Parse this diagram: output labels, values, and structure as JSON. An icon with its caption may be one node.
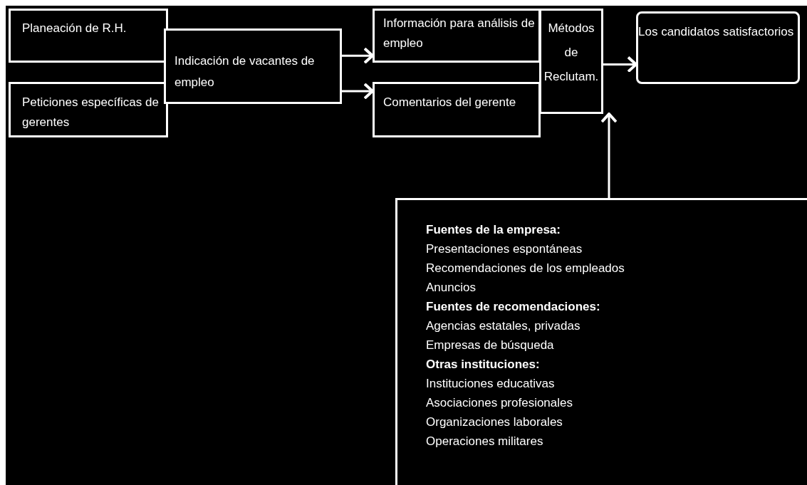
{
  "diagram": {
    "nodes": [
      {
        "text": [
          "Planeación de R.H."
        ]
      },
      {
        "text": [
          "Peticiones específicas de gerentes"
        ]
      },
      {
        "text": [
          "Indicación de vacantes de empleo"
        ]
      },
      {
        "text": [
          "Información para análisis de empleo"
        ]
      },
      {
        "text": [
          "Comentarios del gerente"
        ]
      },
      {
        "text": [
          "Métodos de Reclutam."
        ]
      },
      {
        "text": [
          "Los candidatos satisfactorios"
        ]
      },
      {
        "text": [
          "Fuentes de la empresa:",
          "Presentaciones espontáneas",
          "Recomendaciones de los empleados",
          "Anuncios",
          "Fuentes de recomendaciones:",
          "Agencias estatales, privadas",
          "Empresas de búsqueda",
          "Otras instituciones:",
          "Instituciones educativas",
          "Asociaciones profesionales",
          "Organizaciones laborales",
          "Operaciones militares"
        ]
      }
    ],
    "edges": [
      {
        "from": 2,
        "to": 3,
        "arrow": "to"
      },
      {
        "from": 2,
        "to": 4,
        "arrow": "to"
      },
      {
        "from": 5,
        "to": 6,
        "arrow": "to"
      },
      {
        "from": 7,
        "to": 5,
        "arrow": "to"
      }
    ]
  }
}
